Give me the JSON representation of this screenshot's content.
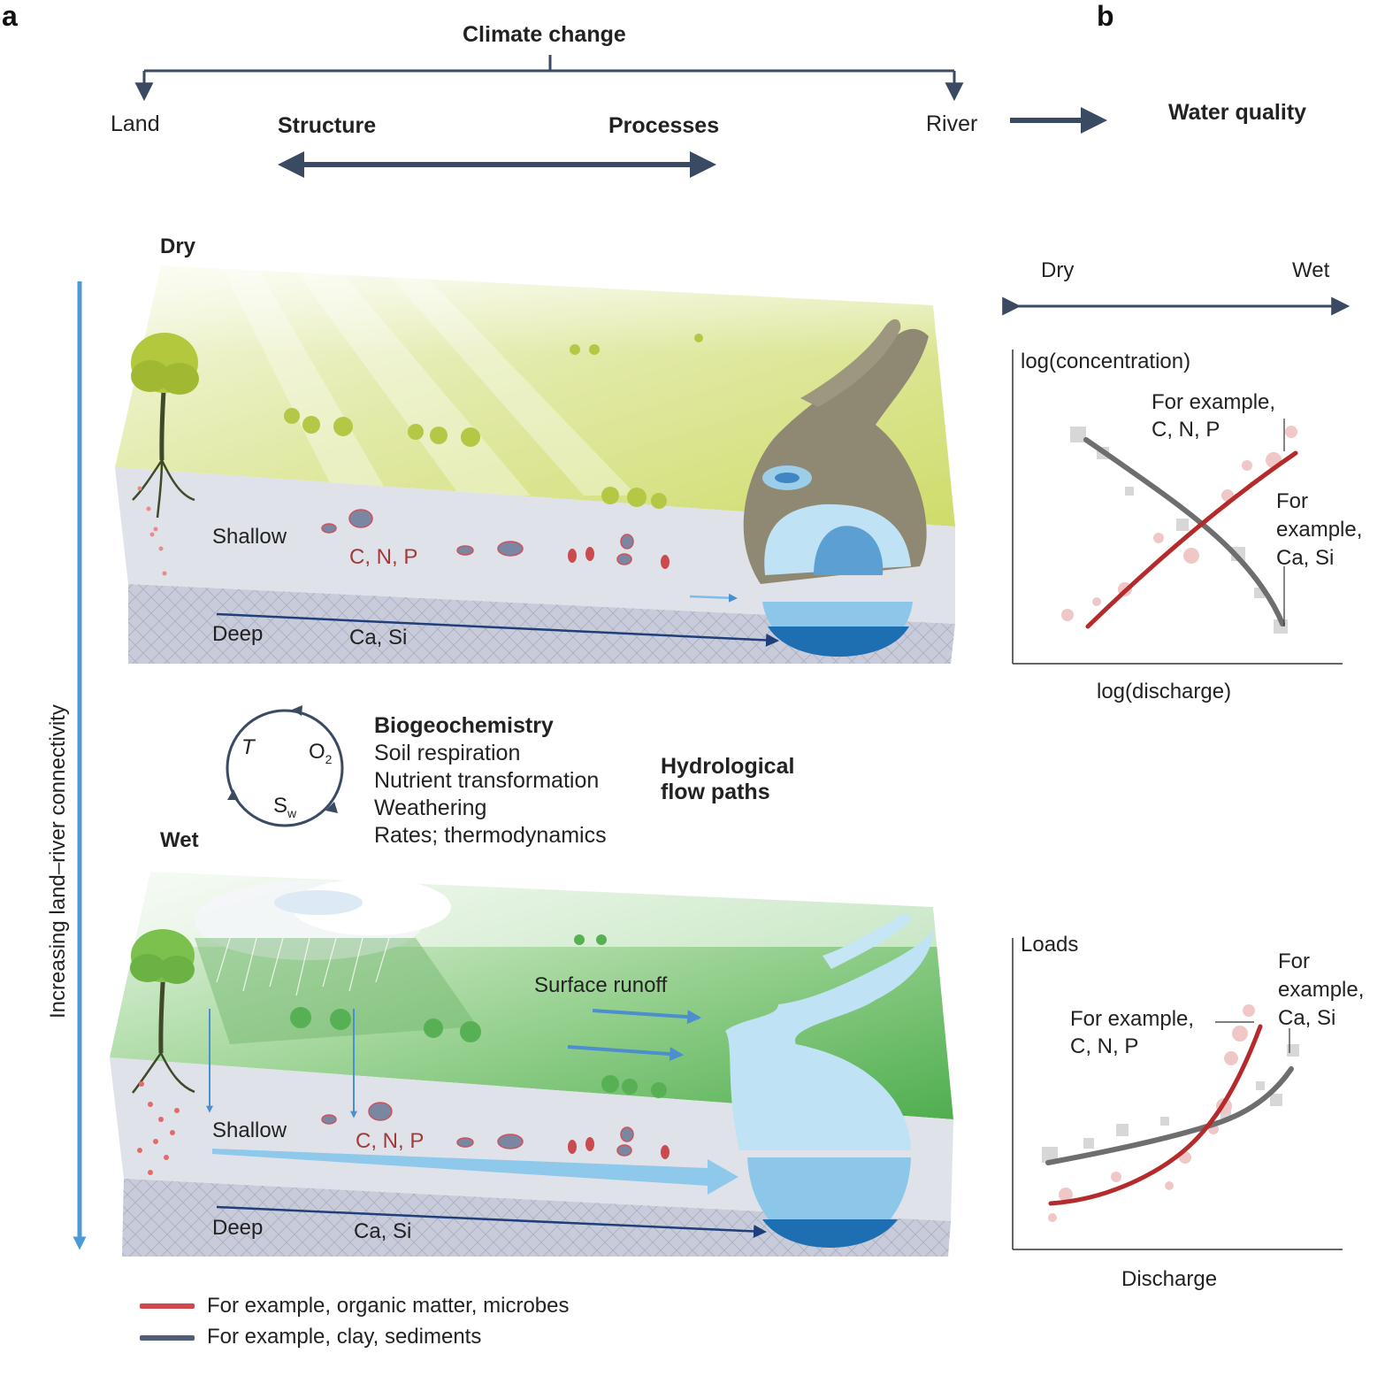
{
  "panel_a": "a",
  "panel_b": "b",
  "top": {
    "climate_change": "Climate change",
    "land": "Land",
    "river": "River",
    "structure": "Structure",
    "processes": "Processes",
    "water_quality": "Water quality"
  },
  "dry_label": "Dry",
  "wet_label": "Wet",
  "side_axis_label": "Increasing land–river connectivity",
  "dry_block": {
    "shallow": "Shallow",
    "deep": "Deep",
    "solutes_shallow": "C, N, P",
    "solutes_deep": "Ca, Si"
  },
  "wet_block": {
    "shallow": "Shallow",
    "deep": "Deep",
    "solutes_shallow": "C, N, P",
    "solutes_deep": "Ca, Si",
    "surface_runoff": "Surface runoff"
  },
  "cycle": {
    "t": "T",
    "o": "O",
    "o_sub": "2",
    "s": "S",
    "s_sub": "w"
  },
  "biogeochemistry": {
    "title": "Biogeochemistry",
    "items": [
      "Soil respiration",
      "Nutrient transformation",
      "Weathering",
      "Rates; thermodynamics"
    ]
  },
  "hydro": {
    "line1": "Hydrological",
    "line2": "flow paths"
  },
  "gradient": {
    "dry": "Dry",
    "wet": "Wet"
  },
  "cq_plot": {
    "ylabel": "log(concentration)",
    "xlabel": "log(discharge)",
    "ann_cnp_1": "For example,",
    "ann_cnp_2": "C, N, P",
    "ann_casi_1": "For",
    "ann_casi_2": "example,",
    "ann_casi_3": "Ca, Si"
  },
  "load_plot": {
    "ylabel": "Loads",
    "xlabel": "Discharge",
    "ann_casi_1": "For",
    "ann_casi_2": "example,",
    "ann_casi_3": "Ca, Si",
    "ann_cnp_1": "For example,",
    "ann_cnp_2": "C, N, P"
  },
  "legend": {
    "red": "For example, organic matter, microbes",
    "grey": "For example, clay, sediments"
  },
  "colors": {
    "arrow": "#3b4a63",
    "blue_arrow": "#4b8fcf",
    "red_curve": "#b52a2a",
    "grey_curve": "#6e6e6e",
    "legend_red": "#d2474b",
    "legend_grey": "#4f5d78"
  }
}
